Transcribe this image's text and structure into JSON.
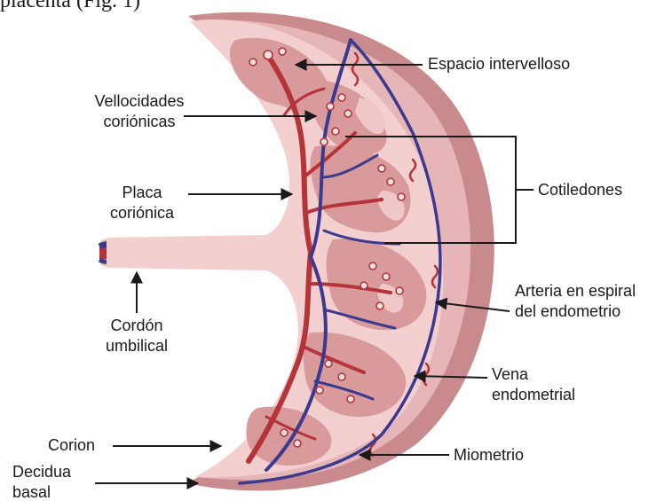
{
  "caption_fragment": "placenta (Fig. 1)",
  "labels": {
    "espacio": "Espacio intervelloso",
    "vellocidades_1": "Vellocidades",
    "vellocidades_2": "coriónicas",
    "placa_1": "Placa",
    "placa_2": "coriónica",
    "cotiledones": "Cotiledones",
    "arteria_1": "Arteria en espiral",
    "arteria_2": "del endometrio",
    "cordon_1": "Cordón",
    "cordon_2": "umbilical",
    "vena_1": "Vena",
    "vena_2": "endometrial",
    "corion": "Corion",
    "miometrio": "Miometrio",
    "decidua_1": "Decidua",
    "decidua_2": "basal"
  },
  "colors": {
    "myometrium": "#c98a8e",
    "decidua": "#e5b5b8",
    "lobe": "#d99a9c",
    "lobe_light": "#eec7c6",
    "artery": "#b5343a",
    "vein": "#3b3a8f",
    "chorion": "#f3cfcf"
  }
}
